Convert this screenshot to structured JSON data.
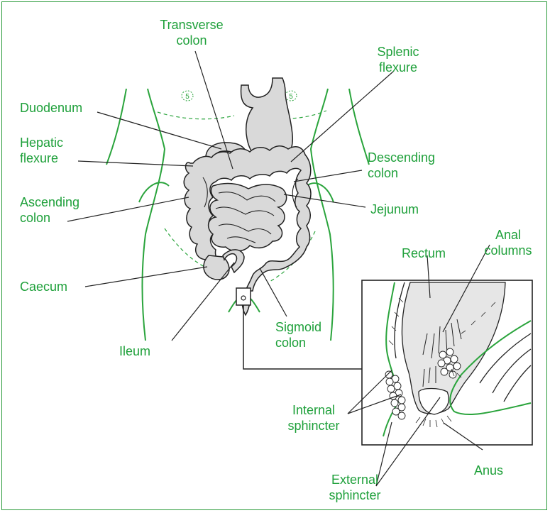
{
  "colors": {
    "label_green": "#1ea03a",
    "body_outline": "#2aa43c",
    "organ_fill": "#d9d9d9",
    "ink": "#222222"
  },
  "labels": {
    "transverse_colon": "Transverse\ncolon",
    "splenic_flexure": "Splenic\nflexure",
    "duodenum": "Duodenum",
    "hepatic_flexure": "Hepatic\nflexure",
    "descending_colon": "Descending\ncolon",
    "ascending_colon": "Ascending\ncolon",
    "jejunum": "Jejunum",
    "caecum": "Caecum",
    "ileum": "Ileum",
    "sigmoid_colon": "Sigmoid\ncolon",
    "rectum": "Rectum",
    "anal_columns": "Anal\ncolumns",
    "internal_sphincter": "Internal\nsphincter",
    "external_sphincter": "External\nsphincter",
    "anus": "Anus"
  },
  "rib_markers": [
    "5",
    "5"
  ]
}
